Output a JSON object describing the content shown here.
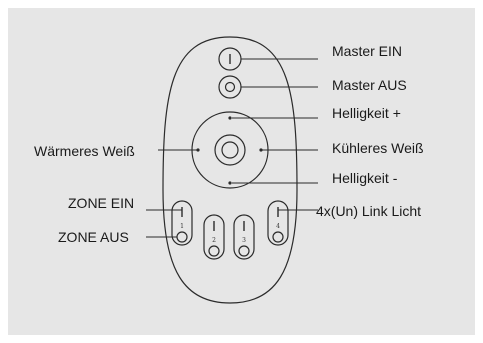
{
  "labels": {
    "master_on": "Master EIN",
    "master_off": "Master AUS",
    "brightness_up": "Helligkeit +",
    "cooler_white": "Kühleres Weiß",
    "warmer_white": "Wärmeres Weiß",
    "brightness_down": "Helligkeit -",
    "zone_on": "ZONE EIN",
    "zone_off": "ZONE AUS",
    "link_light": "4x(Un) Link Licht"
  },
  "zones": [
    "1",
    "2",
    "3",
    "4"
  ],
  "colors": {
    "panel": "#e6e6e6",
    "line": "#2b2b2b"
  }
}
